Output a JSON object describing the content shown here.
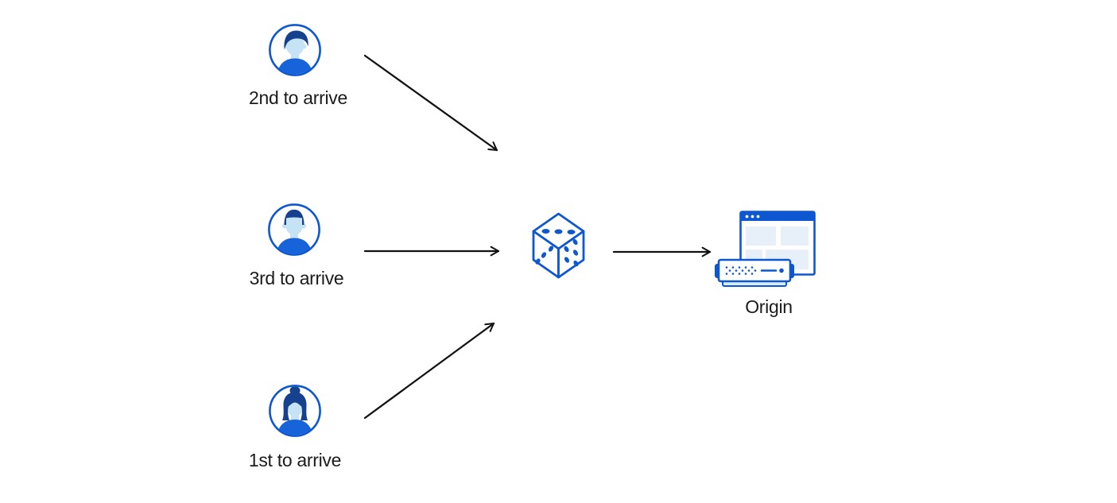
{
  "palette": {
    "background": "#ffffff",
    "blue": "#0d57d1",
    "dark_blue": "#16418f",
    "light_blue": "#c5e3f5",
    "pale_blue": "#e7f0f9",
    "base_blue": "#dcebf8",
    "shirt_blue": "#1763da",
    "arrow": "#121212",
    "text": "#1b1b1b"
  },
  "nodes": {
    "client_second": {
      "label": "2nd to arrive",
      "icon": "avatar-male-swept-hair-icon"
    },
    "client_third": {
      "label": "3rd to arrive",
      "icon": "avatar-male-flat-hair-icon"
    },
    "client_first": {
      "label": "1st to arrive",
      "icon": "avatar-female-bun-icon"
    },
    "balancer": {
      "icon": "dice-icon"
    },
    "origin": {
      "label": "Origin",
      "icon": "origin-server-icon"
    }
  },
  "edges": [
    {
      "from": "client_second",
      "to": "balancer"
    },
    {
      "from": "client_third",
      "to": "balancer"
    },
    {
      "from": "client_first",
      "to": "balancer"
    },
    {
      "from": "balancer",
      "to": "origin"
    }
  ]
}
